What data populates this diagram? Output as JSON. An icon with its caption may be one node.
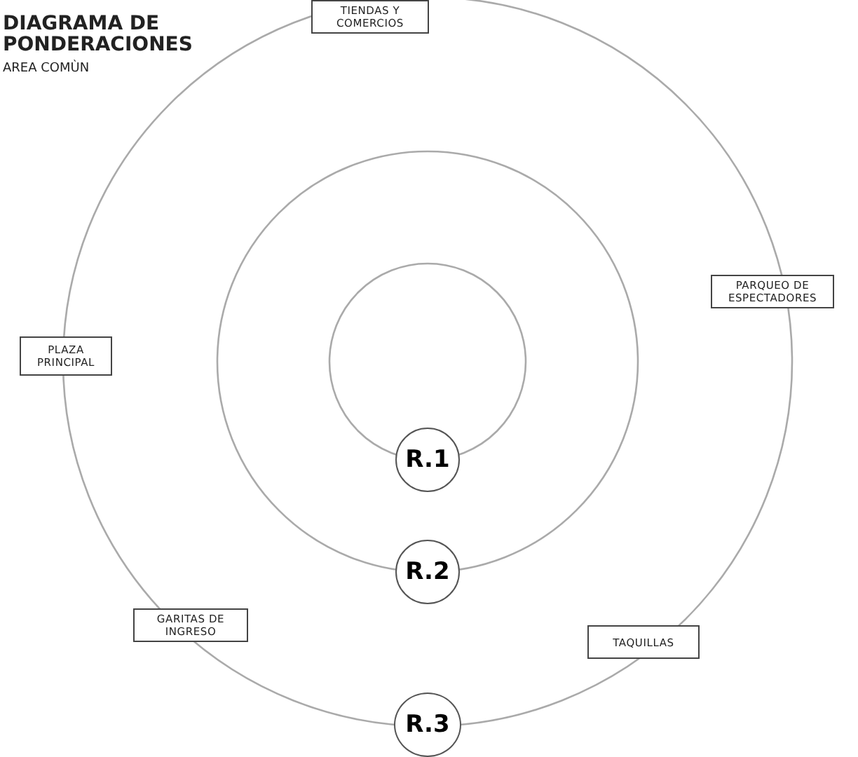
{
  "diagram": {
    "title": "DIAGRAMA DE PONDERACIONES",
    "nodes": [
      {
        "text": [
          "TIENDAS Y COMERCIOS"
        ]
      },
      {
        "text": [
          "PARQUEO DE ESPECTADORES"
        ]
      },
      {
        "text": [
          "PLAZA PRINCIPAL"
        ]
      },
      {
        "text": [
          "R.1"
        ]
      },
      {
        "text": [
          "R.2"
        ]
      },
      {
        "text": [
          "GARITAS DE INGRESO"
        ]
      },
      {
        "text": [
          "TAQUILLAS"
        ]
      },
      {
        "text": [
          "R.3"
        ]
      }
    ],
    "labels": [
      "AREA COMÙN"
    ]
  }
}
